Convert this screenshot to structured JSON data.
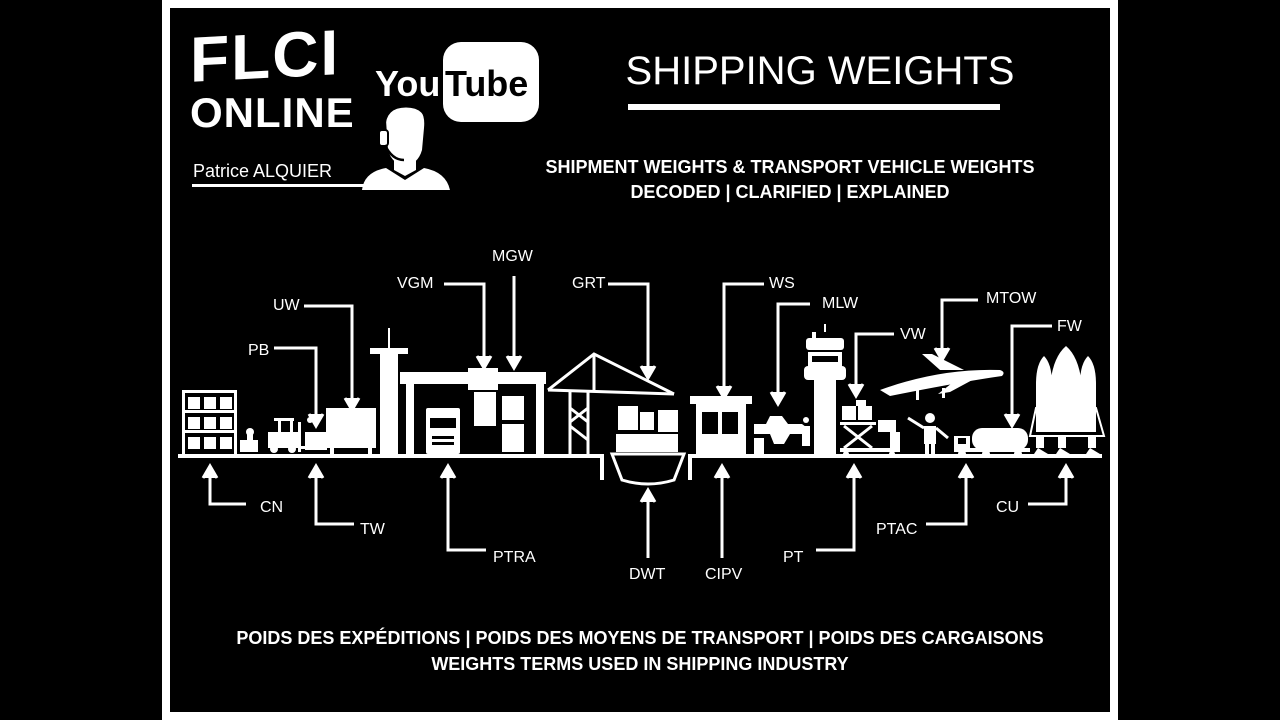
{
  "logo": {
    "line1": "FLCI",
    "line2": "ONLINE"
  },
  "youtube": {
    "part1": "You",
    "part2": "Tube"
  },
  "presenter": "Patrice ALQUIER",
  "title": "SHIPPING WEIGHTS",
  "subtitle": {
    "line1": "SHIPMENT WEIGHTS & TRANSPORT VEHICLE WEIGHTS",
    "line2": "DECODED | CLARIFIED | EXPLAINED"
  },
  "footer": {
    "line1": "POIDS DES EXPÉDITIONS  | POIDS DES MOYENS DE TRANSPORT | POIDS DES CARGAISONS",
    "line2": "WEIGHTS TERMS USED IN SHIPPING INDUSTRY"
  },
  "labels": {
    "top": [
      "PB",
      "UW",
      "VGM",
      "MGW",
      "GRT",
      "WS",
      "MLW",
      "VW",
      "MTOW",
      "FW"
    ],
    "bottom": [
      "CN",
      "TW",
      "PTRA",
      "DWT",
      "CIPV",
      "PT",
      "PTAC",
      "CU"
    ]
  },
  "icons": [
    "headset-person-icon",
    "warehouse-rack-icon",
    "forklift-icon",
    "container-icon",
    "truck-icon",
    "gantry-crane-icon",
    "ship-crane-icon",
    "cargo-ship-icon",
    "guard-booth-icon",
    "small-plane-icon",
    "control-tower-icon",
    "cargo-loader-icon",
    "airplane-icon",
    "ground-crew-icon",
    "tanker-truck-icon",
    "space-shuttle-icon"
  ]
}
